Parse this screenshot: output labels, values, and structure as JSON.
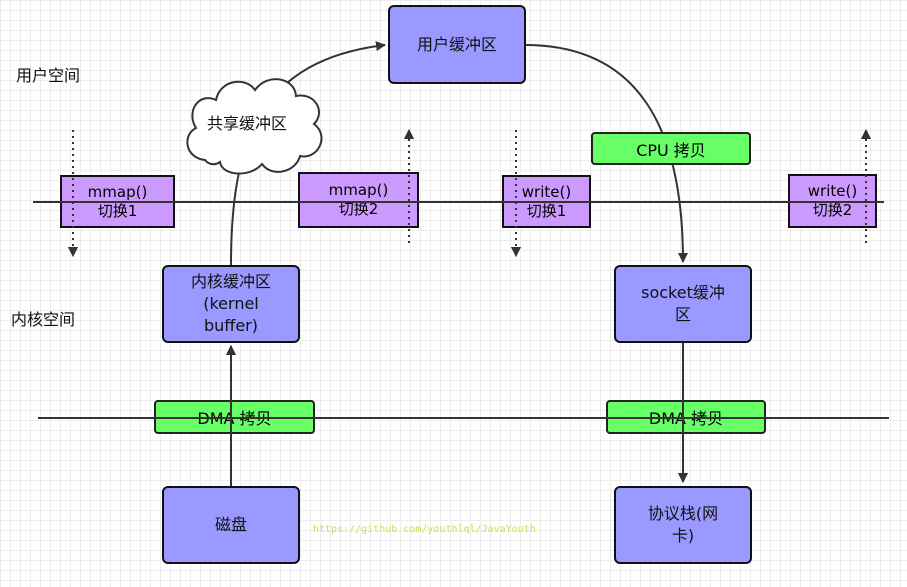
{
  "labels": {
    "user_space": "用户空间",
    "kernel_space": "内核空间"
  },
  "boxes": {
    "user_buffer": "用户缓冲区",
    "kernel_buffer": "内核缓冲区\n(kernel\nbuffer)",
    "socket_buffer": "socket缓冲\n区",
    "disk": "磁盘",
    "protocol_stack": "协议栈(网\n卡)"
  },
  "cloud": "共享缓冲区",
  "switches": {
    "mmap1": "mmap()\n切换1",
    "mmap2": "mmap()\n切换2",
    "write1": "write()\n切换1",
    "write2": "write()\n切换2"
  },
  "copies": {
    "cpu": "CPU 拷贝",
    "dma_left": "DMA 拷贝",
    "dma_right": "DMA 拷贝"
  },
  "watermark": "https://github.com/youthlql/JavaYouth",
  "colors": {
    "buffer_box": "#9999ff",
    "switch_box": "#cc99ff",
    "copy_box": "#66ff66"
  }
}
